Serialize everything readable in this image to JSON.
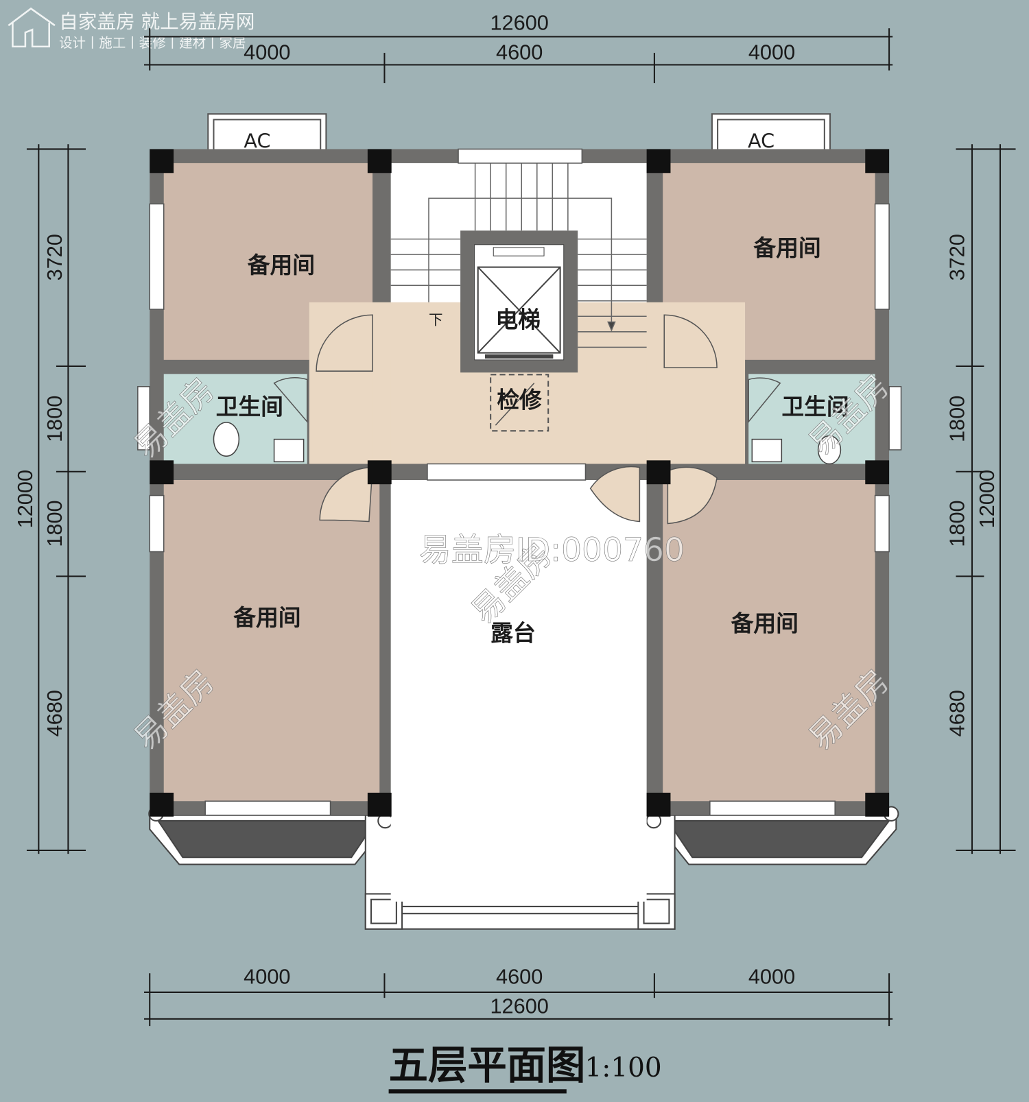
{
  "logo": {
    "line1": "自家盖房 就上易盖房网",
    "line2": "设计丨施工丨装修丨建材丨家居"
  },
  "dimensions": {
    "top_total": "12600",
    "top_segments": [
      "4000",
      "4600",
      "4000"
    ],
    "bottom_total": "12600",
    "bottom_segments": [
      "4000",
      "4600",
      "4000"
    ],
    "left_total": "12000",
    "left_segments": [
      "3720",
      "1800",
      "1800",
      "4680"
    ],
    "right_total": "12000",
    "right_segments": [
      "3720",
      "1800",
      "1800",
      "4680"
    ]
  },
  "rooms": {
    "top_left": "备用间",
    "top_right": "备用间",
    "bottom_left": "备用间",
    "bottom_right": "备用间",
    "bath_left": "卫生间",
    "bath_right": "卫生间",
    "elevator": "电梯",
    "maintenance": "检修",
    "terrace": "露台",
    "stair_down": "下",
    "ac_left": "AC",
    "ac_right": "AC"
  },
  "watermark": {
    "text": "易盖房",
    "id_text": "易盖房ID:000760"
  },
  "title": {
    "main": "五层平面图",
    "scale": "1:100"
  },
  "colors": {
    "background": "#9fb2b5",
    "wall": "#6f6e6c",
    "room": "#cdb8aa",
    "corridor": "#ead8c3",
    "bath": "#c4dcd8"
  }
}
